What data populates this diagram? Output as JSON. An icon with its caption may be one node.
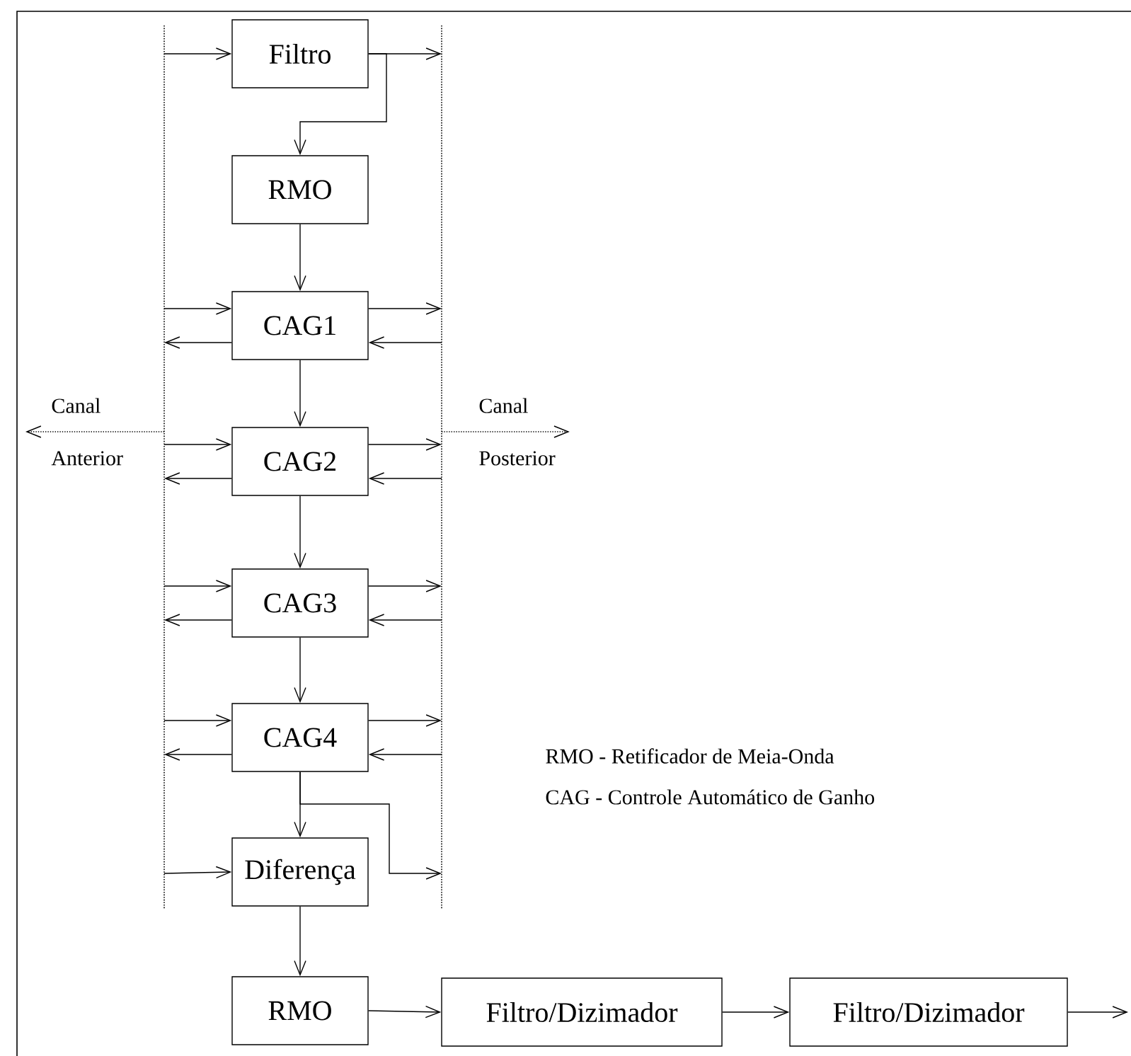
{
  "diagram": {
    "nodes": [
      {
        "text": [
          "Filtro"
        ]
      },
      {
        "text": [
          "RMO"
        ]
      },
      {
        "text": [
          "CAG1"
        ]
      },
      {
        "text": [
          "CAG2"
        ]
      },
      {
        "text": [
          "CAG3"
        ]
      },
      {
        "text": [
          "CAG4"
        ]
      },
      {
        "text": [
          "Diferença"
        ]
      },
      {
        "text": [
          "RMO"
        ]
      },
      {
        "text": [
          "Filtro/Dizimador"
        ]
      },
      {
        "text": [
          "Filtro/Dizimador"
        ]
      },
      {
        "text": [
          "Canal Anterior"
        ]
      },
      {
        "text": [
          "Canal Posterior"
        ]
      }
    ],
    "edges": [
      {
        "from": null,
        "to": 0,
        "arrow": "to"
      },
      {
        "from": 0,
        "to": null,
        "arrow": "to"
      },
      {
        "from": 0,
        "to": 1,
        "arrow": "to"
      },
      {
        "from": 1,
        "to": 2,
        "arrow": "to"
      },
      {
        "from": null,
        "to": 2,
        "arrow": "to"
      },
      {
        "from": 2,
        "to": null,
        "arrow": "to"
      },
      {
        "from": 2,
        "to": null,
        "arrow": "to"
      },
      {
        "from": null,
        "to": 2,
        "arrow": "to"
      },
      {
        "from": 2,
        "to": 3,
        "arrow": "to"
      },
      {
        "from": null,
        "to": 3,
        "arrow": "to"
      },
      {
        "from": 3,
        "to": null,
        "arrow": "to"
      },
      {
        "from": 3,
        "to": null,
        "arrow": "to"
      },
      {
        "from": null,
        "to": 3,
        "arrow": "to"
      },
      {
        "from": 3,
        "to": 4,
        "arrow": "to"
      },
      {
        "from": null,
        "to": 4,
        "arrow": "to"
      },
      {
        "from": 4,
        "to": null,
        "arrow": "to"
      },
      {
        "from": 4,
        "to": null,
        "arrow": "to"
      },
      {
        "from": null,
        "to": 4,
        "arrow": "to"
      },
      {
        "from": 4,
        "to": 5,
        "arrow": "to"
      },
      {
        "from": null,
        "to": 5,
        "arrow": "to"
      },
      {
        "from": 5,
        "to": null,
        "arrow": "to"
      },
      {
        "from": 5,
        "to": null,
        "arrow": "to"
      },
      {
        "from": null,
        "to": 5,
        "arrow": "to"
      },
      {
        "from": 5,
        "to": 6,
        "arrow": "to"
      },
      {
        "from": 5,
        "to": null,
        "arrow": "to"
      },
      {
        "from": null,
        "to": 6,
        "arrow": "to"
      },
      {
        "from": 6,
        "to": 7,
        "arrow": "to"
      },
      {
        "from": 7,
        "to": 8,
        "arrow": "to"
      },
      {
        "from": 8,
        "to": 9,
        "arrow": "to"
      },
      {
        "from": 9,
        "to": null,
        "arrow": "to"
      },
      {
        "from": null,
        "to": 10,
        "arrow": "to",
        "style": "dashed"
      },
      {
        "from": null,
        "to": 11,
        "arrow": "to",
        "style": "dashed"
      }
    ],
    "labels": [
      "RMO - Retificador de Meia-Onda",
      "CAG - Controle Automático de Ganho"
    ]
  }
}
